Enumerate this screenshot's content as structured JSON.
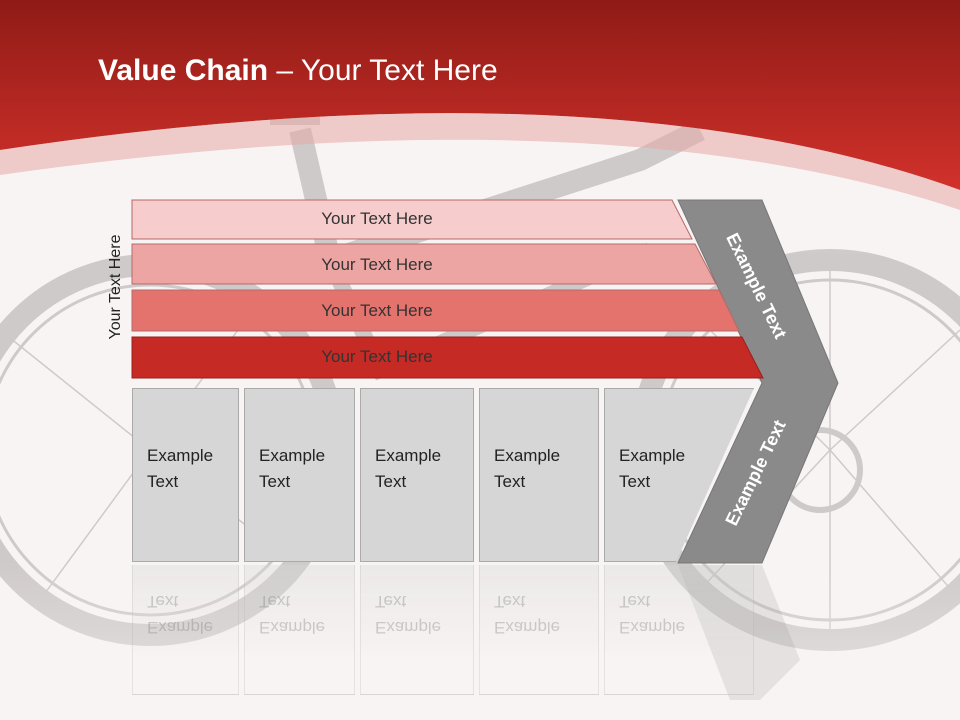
{
  "title": {
    "bold": "Value Chain",
    "rest": " – Your Text Here"
  },
  "side_label": "Your Text Here",
  "rows": [
    {
      "label": "Your Text Here",
      "color": "#f6cccc"
    },
    {
      "label": "Your Text Here",
      "color": "#eda5a3"
    },
    {
      "label": "Your Text Here",
      "color": "#e4736e"
    },
    {
      "label": "Your Text Here",
      "color": "#c62a25"
    }
  ],
  "boxes": [
    {
      "line1": "Example",
      "line2": "Text"
    },
    {
      "line1": "Example",
      "line2": "Text"
    },
    {
      "line1": "Example",
      "line2": "Text"
    },
    {
      "line1": "Example",
      "line2": "Text"
    },
    {
      "line1": "Example",
      "line2": "Text"
    }
  ],
  "chevron": {
    "upper": "Example Text",
    "lower": "Example Text",
    "color": "#8a8a8a"
  },
  "colors": {
    "header": "#c9302c",
    "box": "#d6d6d6"
  }
}
